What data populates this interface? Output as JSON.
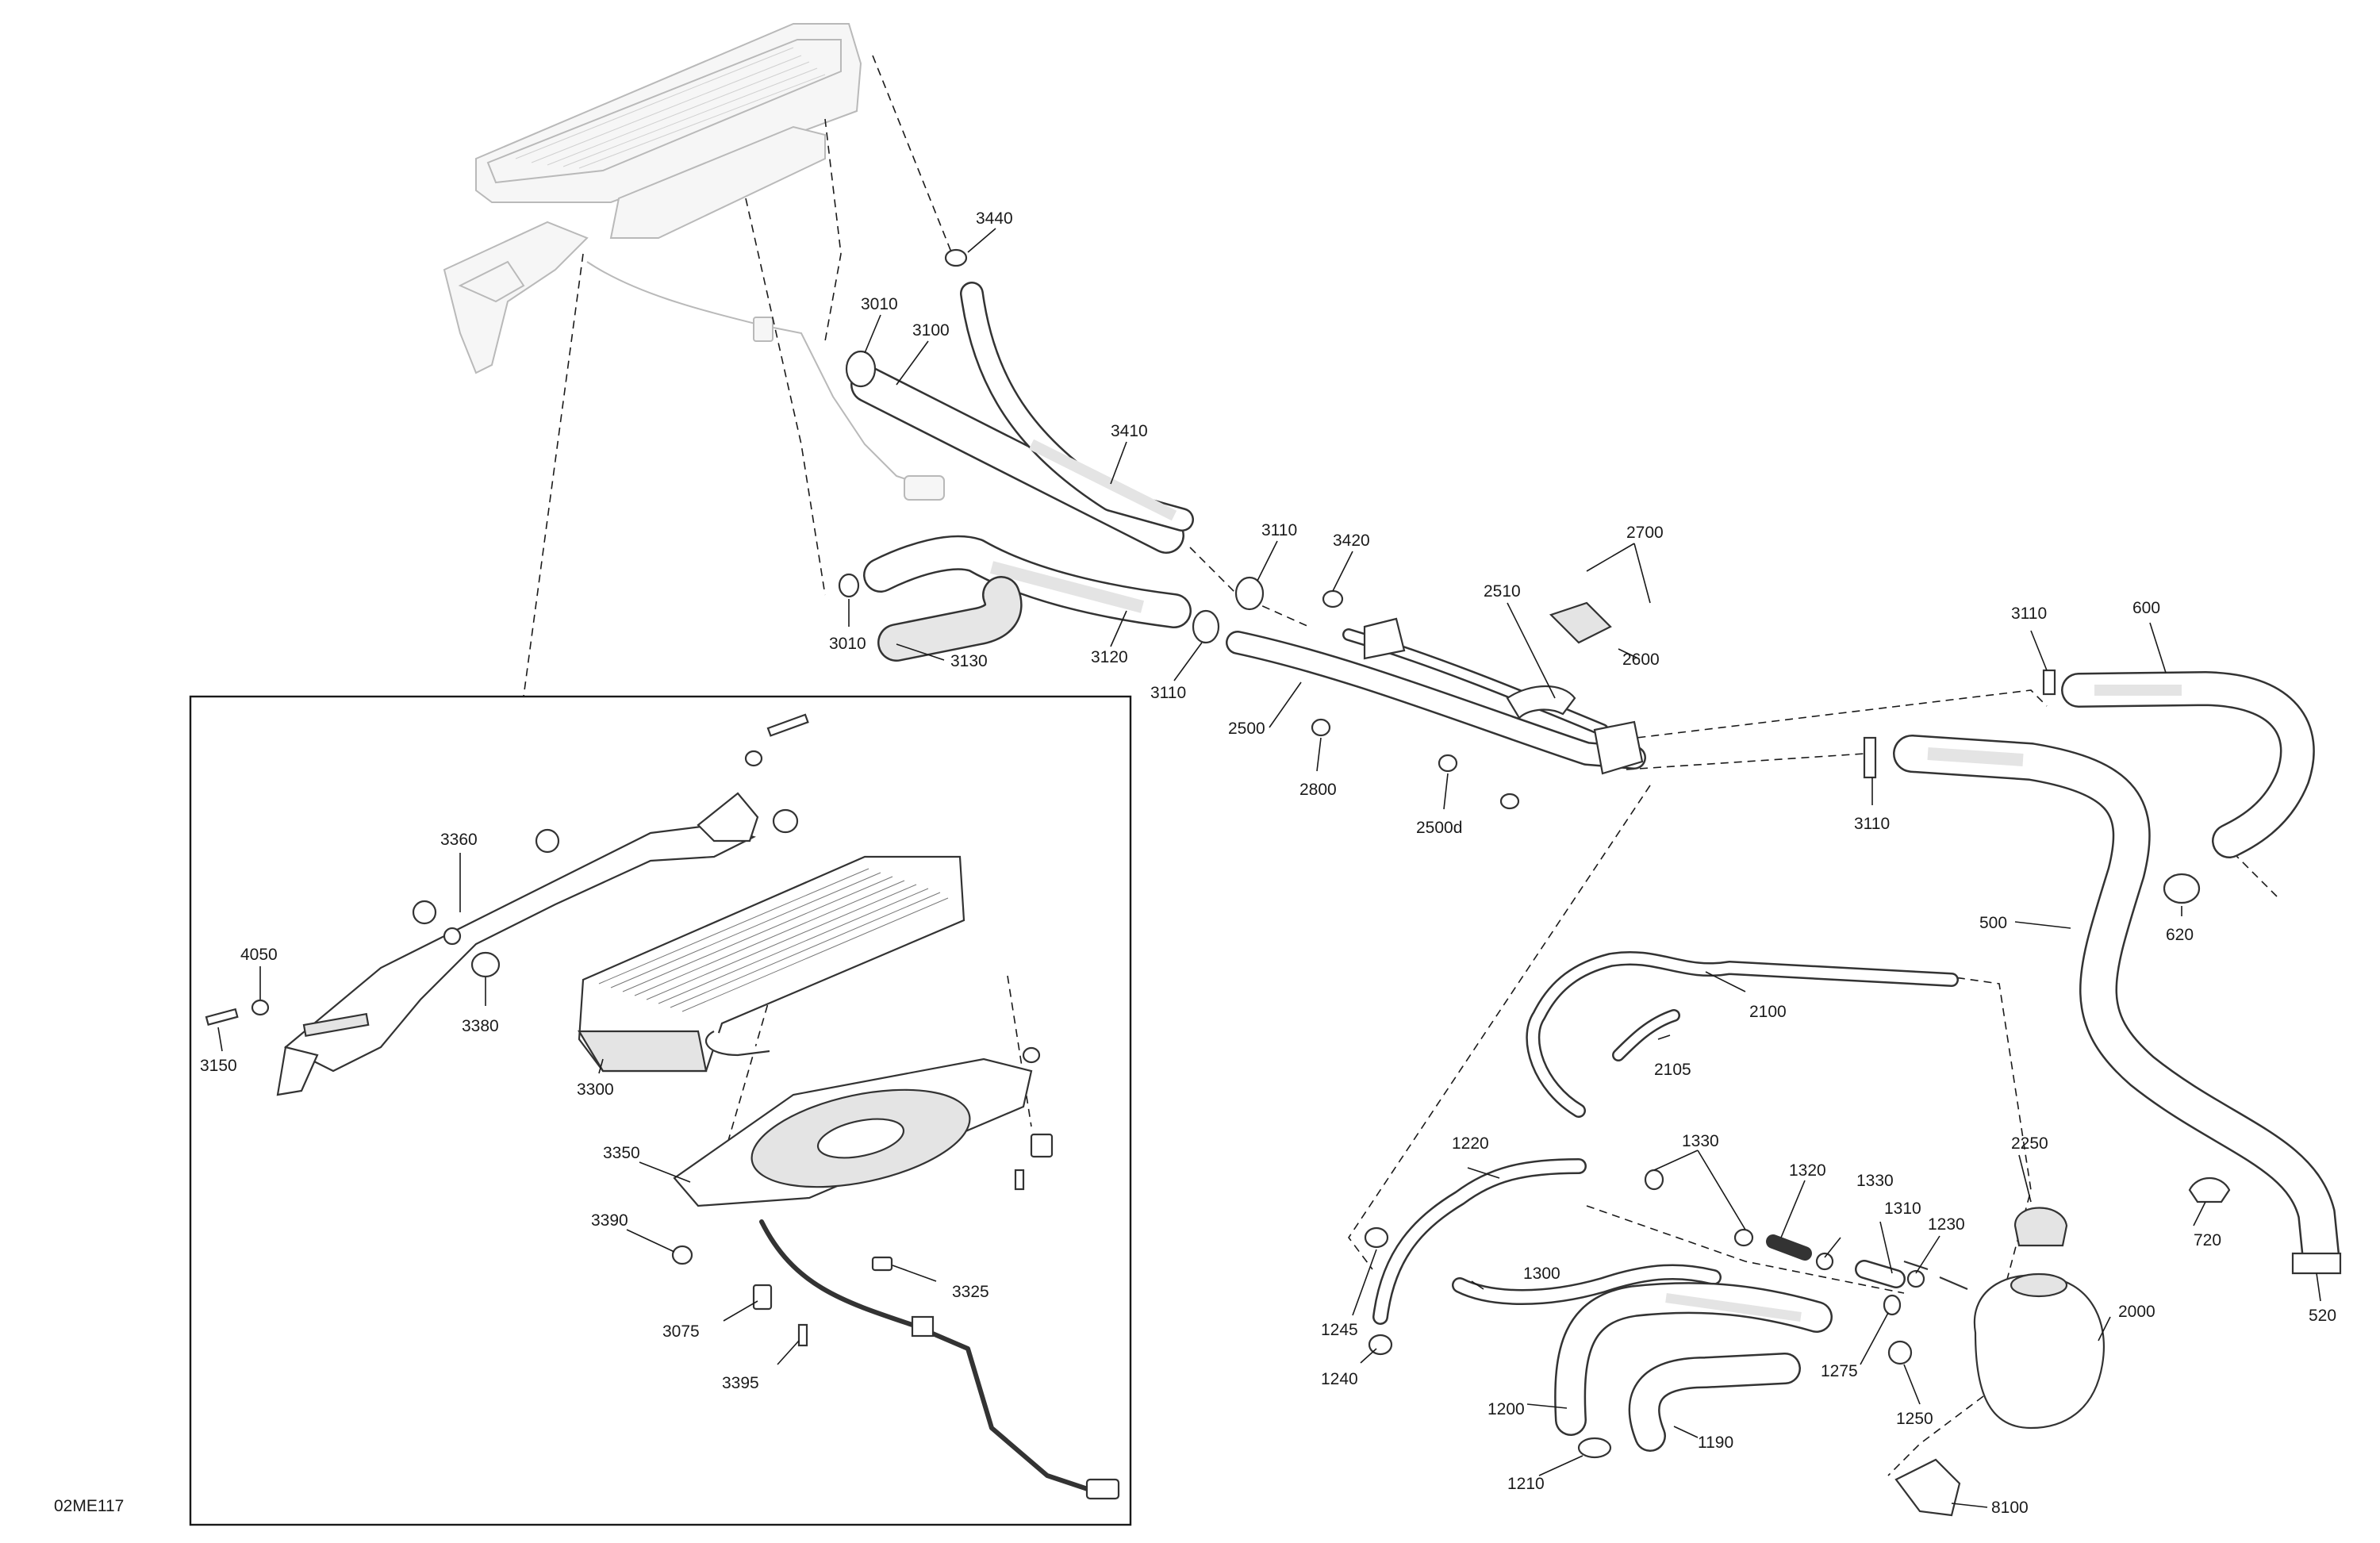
{
  "diagram": {
    "figure_code": "02ME117",
    "colors": {
      "line": "#333333",
      "ghost": "#b9b9b9",
      "shade": "#e4e4e4",
      "text": "#1a1a1a"
    },
    "labels": [
      "3440",
      "3010",
      "3100",
      "3410",
      "3010",
      "3130",
      "3120",
      "3110",
      "3110",
      "3420",
      "2700",
      "2510",
      "2600",
      "2500",
      "2800",
      "2500d",
      "3110",
      "600",
      "3110",
      "620",
      "500",
      "3360",
      "4050",
      "3380",
      "3150",
      "3300",
      "3350",
      "3390",
      "3075",
      "3395",
      "3325",
      "2100",
      "2105",
      "1220",
      "1330",
      "1320",
      "1330",
      "1310",
      "1230",
      "2250",
      "720",
      "520",
      "1300",
      "1245",
      "1240",
      "1200",
      "1210",
      "1190",
      "1275",
      "1250",
      "2000",
      "8100"
    ]
  }
}
